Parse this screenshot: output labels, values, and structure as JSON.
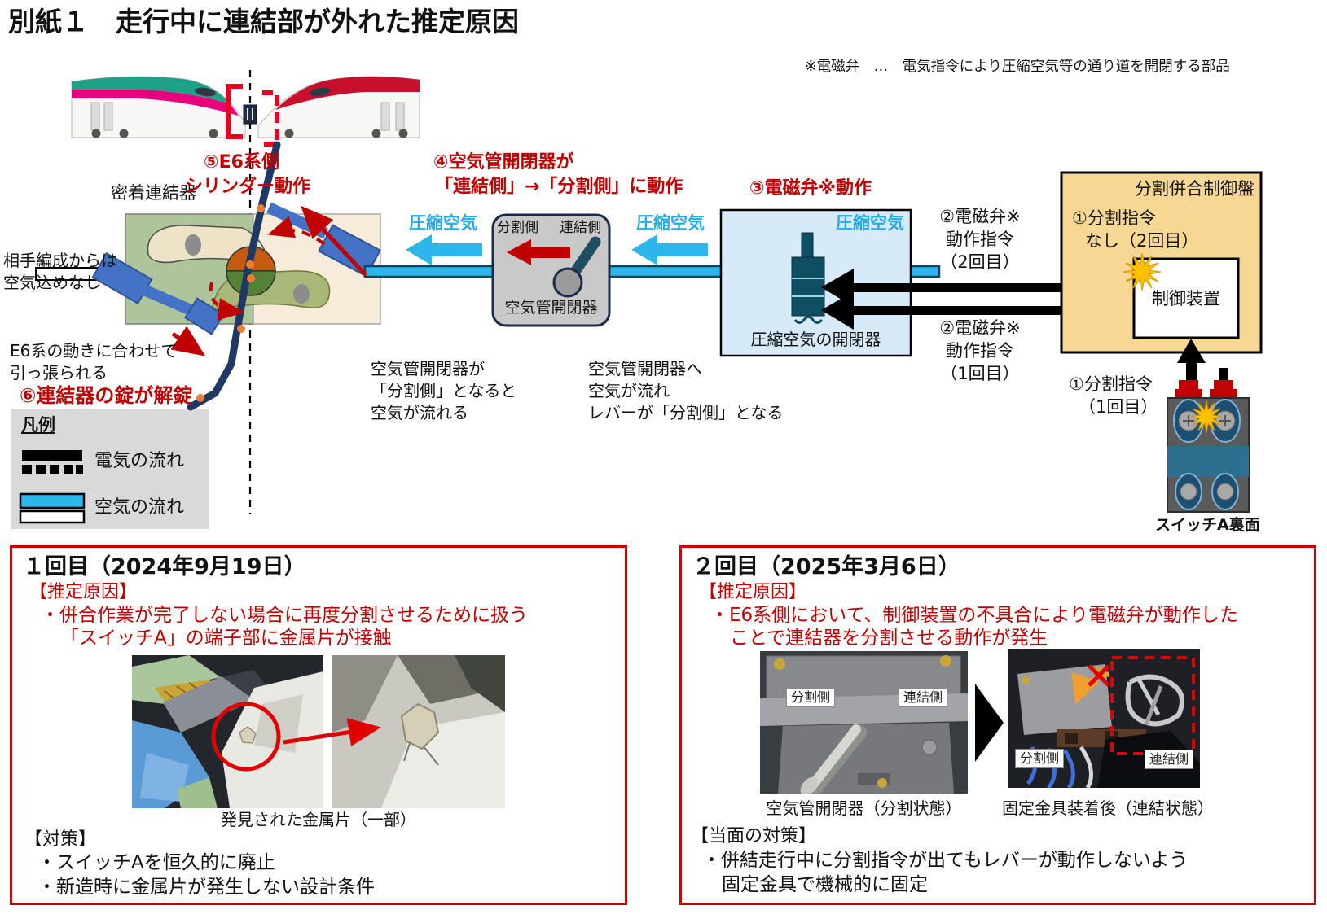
{
  "page": {
    "title": "別紙１　走行中に連結部が外れた推定原因",
    "note": "※電磁弁　…　電気指令により圧縮空気等の通り道を開閉する部品"
  },
  "colors": {
    "accent_red": "#c00000",
    "air_cyan": "#29abe2",
    "panel_tan": "#f6d794",
    "valve_box_blue": "#d6eaf8"
  },
  "diagram": {
    "coupler_label": "密着連結器",
    "no_air_line1": "相手編成からは",
    "no_air_line2": "空気込めなし",
    "step5_line1": "⑤E6系側",
    "step5_line2": "シリンダー動作",
    "step4_line1": "④空気管開閉器が",
    "step4_line2": "「連結側」→「分割側」に動作",
    "step3": "③電磁弁※動作",
    "pulled_line1": "E6系の動きに合わせて",
    "pulled_line2": "引っ張られる",
    "step6": "⑥連結器の錠が解錠",
    "compressed_air": "圧縮空気",
    "pipe_switch": {
      "split": "分割側",
      "couple": "連結側",
      "label": "空気管開閉器"
    },
    "flow_note1": [
      "空気管開閉器が",
      "「分割側」となると",
      "空気が流れる"
    ],
    "flow_note2": [
      "空気管開閉器へ",
      "空気が流れ",
      "レバーが「分割側」となる"
    ],
    "air_valve_box": {
      "air": "圧縮空気",
      "label": "圧縮空気の開閉器"
    },
    "cmd2": [
      "②電磁弁※",
      "動作指令",
      "（2回目）"
    ],
    "cmd1": [
      "②電磁弁※",
      "動作指令",
      "（1回目）"
    ],
    "panel": {
      "label": "分割併合制御盤",
      "no_split_line1": "①分割指令",
      "no_split_line2": "なし（2回目）",
      "device": "制御装置"
    },
    "split1_line1": "①分割指令",
    "split1_line2": "（1回目）",
    "switch_label": "スイッチA裏面"
  },
  "legend": {
    "title": "凡例",
    "electric": "電気の流れ",
    "air": "空気の流れ"
  },
  "box1": {
    "title": "１回目（2024年9月19日）",
    "cause_heading": "【推定原因】",
    "cause_line1": "・併合作業が完了しない場合に再度分割させるために扱う",
    "cause_line2": "「スイッチA」の端子部に金属片が接触",
    "photo_caption": "発見された金属片（一部）",
    "measure_heading": "【対策】",
    "measure1": "・スイッチAを恒久的に廃止",
    "measure2": "・新造時に金属片が発生しない設計条件"
  },
  "box2": {
    "title": "２回目（2025年3月6日）",
    "cause_heading": "【推定原因】",
    "cause_line1": "・E6系側において、制御装置の不具合により電磁弁が動作した",
    "cause_line2": "ことで連結器を分割させる動作が発生",
    "photo1_split": "分割側",
    "photo1_couple": "連結側",
    "photo2_split": "分割側",
    "photo2_couple": "連結側",
    "caption1": "空気管開閉器（分割状態）",
    "caption2": "固定金具装着後（連結状態）",
    "measure_heading": "【当面の対策】",
    "measure1": "・併結走行中に分割指令が出てもレバーが動作しないよう",
    "measure2": "固定金具で機械的に固定"
  }
}
